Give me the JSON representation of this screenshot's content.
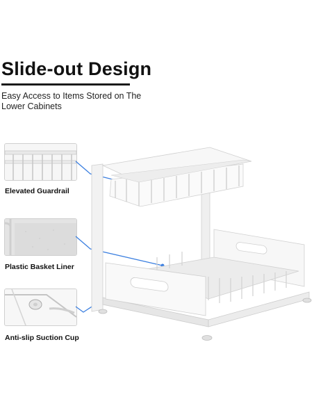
{
  "heading": {
    "title": "Slide-out Design",
    "subtitle": "Easy Access to Items Stored on The Lower Cabinets"
  },
  "features": [
    {
      "label": "Elevated Guardrail",
      "icon": "guardrail-closeup"
    },
    {
      "label": "Plastic Basket Liner",
      "icon": "basket-liner-closeup"
    },
    {
      "label": "Anti-slip Suction Cup",
      "icon": "suction-cup-closeup"
    }
  ],
  "colors": {
    "accent": "#3b7fe0",
    "product": "#f4f4f4",
    "text": "#111111"
  }
}
